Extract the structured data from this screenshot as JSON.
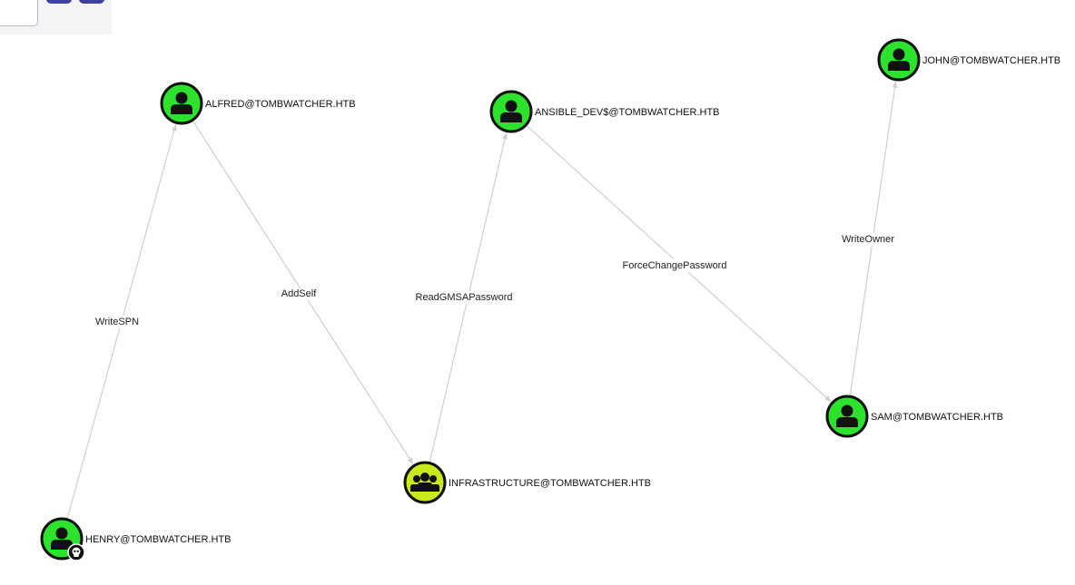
{
  "colors": {
    "user_fill": "#2de22d",
    "group_fill": "#c8ea1c",
    "node_stroke": "#111111",
    "edge": "#cfcfcf",
    "badge": "#111111"
  },
  "nodes": [
    {
      "id": "alfred",
      "label": "ALFRED@TOMBWATCHER.HTB",
      "type": "user",
      "icon": "user-icon"
    },
    {
      "id": "ansible",
      "label": "ANSIBLE_DEV$@TOMBWATCHER.HTB",
      "type": "user",
      "icon": "user-icon"
    },
    {
      "id": "john",
      "label": "JOHN@TOMBWATCHER.HTB",
      "type": "user",
      "icon": "user-icon"
    },
    {
      "id": "sam",
      "label": "SAM@TOMBWATCHER.HTB",
      "type": "user",
      "icon": "user-icon"
    },
    {
      "id": "infra",
      "label": "INFRASTRUCTURE@TOMBWATCHER.HTB",
      "type": "group",
      "icon": "group-icon"
    },
    {
      "id": "henry",
      "label": "HENRY@TOMBWATCHER.HTB",
      "type": "user",
      "icon": "user-icon",
      "badge": "skull-icon"
    }
  ],
  "edges": [
    {
      "from": "henry",
      "to": "alfred",
      "label": "WriteSPN"
    },
    {
      "from": "alfred",
      "to": "infra",
      "label": "AddSelf"
    },
    {
      "from": "infra",
      "to": "ansible",
      "label": "ReadGMSAPassword"
    },
    {
      "from": "ansible",
      "to": "sam",
      "label": "ForceChangePassword"
    },
    {
      "from": "sam",
      "to": "john",
      "label": "WriteOwner"
    }
  ]
}
